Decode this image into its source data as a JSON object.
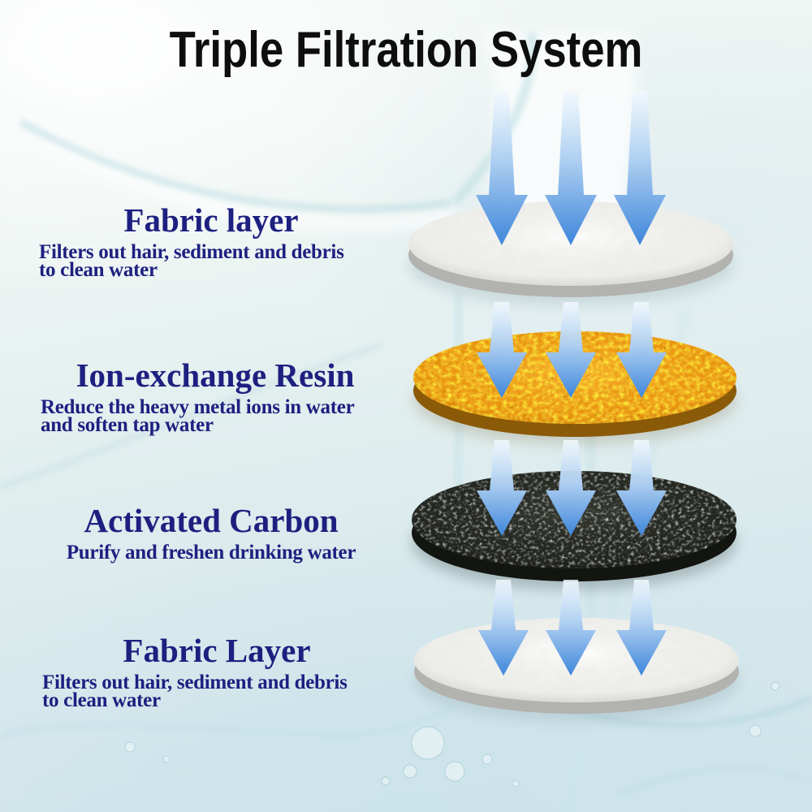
{
  "title": "Triple Filtration System",
  "layers": [
    {
      "heading": "Fabric layer",
      "line1": "Filters out hair, sediment and debris",
      "line2": "to clean water"
    },
    {
      "heading": "Ion-exchange Resin",
      "line1": "Reduce the heavy metal ions in water",
      "line2": "and soften tap water"
    },
    {
      "heading": "Activated Carbon",
      "line1": "Purify and freshen drinking water",
      "line2": ""
    },
    {
      "heading": "Fabric Layer",
      "line1": "Filters out hair, sediment and debris",
      "line2": "to clean water"
    }
  ],
  "discs": [
    {
      "icon": "fabric-disc-icon",
      "material": "fabric",
      "top_color": "#f4f4f1",
      "rim_color": "#b2b2af"
    },
    {
      "icon": "resin-disc-icon",
      "material": "ion-exchange resin",
      "top_color": "#e8930f",
      "rim_color": "#8a5a08"
    },
    {
      "icon": "carbon-disc-icon",
      "material": "activated carbon",
      "top_color": "#23251f",
      "rim_color": "#131511"
    },
    {
      "icon": "fabric-disc-icon",
      "material": "fabric",
      "top_color": "#f4f4f1",
      "rim_color": "#b2b2af"
    }
  ],
  "flow": {
    "direction": "down",
    "arrow_sets": 4,
    "arrows_per_set": 3
  },
  "colors": {
    "title_text": "#0e0e0e",
    "label_text": "#1e2080",
    "arrow_blue": "#3e86db",
    "arrow_light": "#f2f9fe",
    "background_tint": "#d7e9ee"
  }
}
